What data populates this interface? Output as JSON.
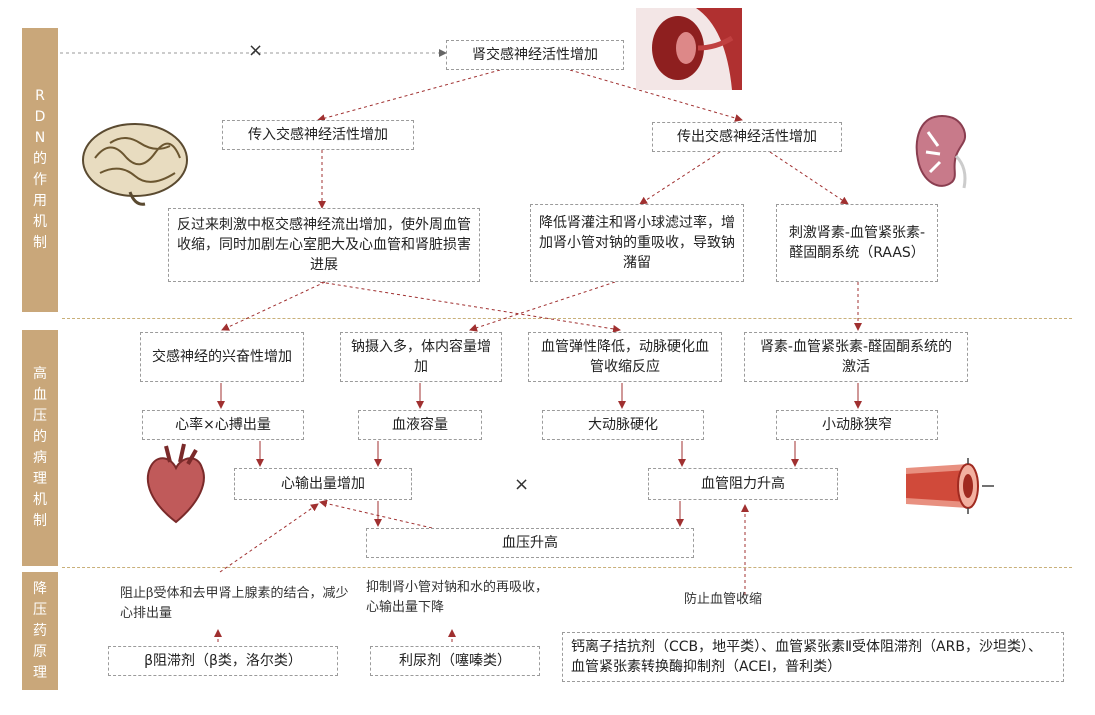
{
  "sidebar": {
    "rdn": "RDN的作用机制",
    "pathology": "高血压的病理机制",
    "treatment": "降压药原理"
  },
  "mechanism": {
    "top": "肾交感神经活性增加",
    "afferent": "传入交感神经活性增加",
    "efferent": "传出交感神经活性增加",
    "central": "反过来刺激中枢交感神经流出增加，使外周血管收缩，同时加剧左心室肥大及心血管和肾脏损害进展",
    "renal_perfusion": "降低肾灌注和肾小球滤过率，增加肾小管对钠的重吸收，导致钠潴留",
    "raas": "刺激肾素-血管紧张素-醛固酮系统（RAAS）"
  },
  "pathology": {
    "symp_excite": "交感神经的兴奋性增加",
    "sodium": "钠摄入多，体内容量增加",
    "elasticity": "血管弹性降低，动脉硬化血管收缩反应",
    "raas_active": "肾素-血管紧张素-醛固酮系统的激活",
    "hr": "心率×心搏出量",
    "volume": "血液容量",
    "aorta": "大动脉硬化",
    "arteriole": "小动脉狭窄",
    "cardiac_output": "心输出量增加",
    "resistance": "血管阻力升高",
    "bp": "血压升高"
  },
  "treatment": {
    "beta_note": "阻止β受体和去甲肾上腺素的结合，减少心排出量",
    "diuretic_note": "抑制肾小管对钠和水的再吸收，心输出量下降",
    "vaso_note": "防止血管收缩",
    "beta": "β阻滞剂（β类，洛尔类）",
    "diuretic": "利尿剂（噻嗪类）",
    "ccb": "钙离子拮抗剂（CCB，地平类）、血管紧张素Ⅱ受体阻滞剂（ARB，沙坦类）、血管紧张素转换酶抑制剂（ACEI，普利类）"
  },
  "symbols": {
    "cross_top": "×",
    "cross_mid": "×"
  },
  "icons": [
    "kidney-photo-icon",
    "brain-icon",
    "kidney-section-icon",
    "heart-icon",
    "artery-icon"
  ],
  "colors": {
    "sidebar": "#c9a77a",
    "arrow": "#a03030",
    "separator": "#c9b07a",
    "box_border": "#9b9b9b"
  }
}
